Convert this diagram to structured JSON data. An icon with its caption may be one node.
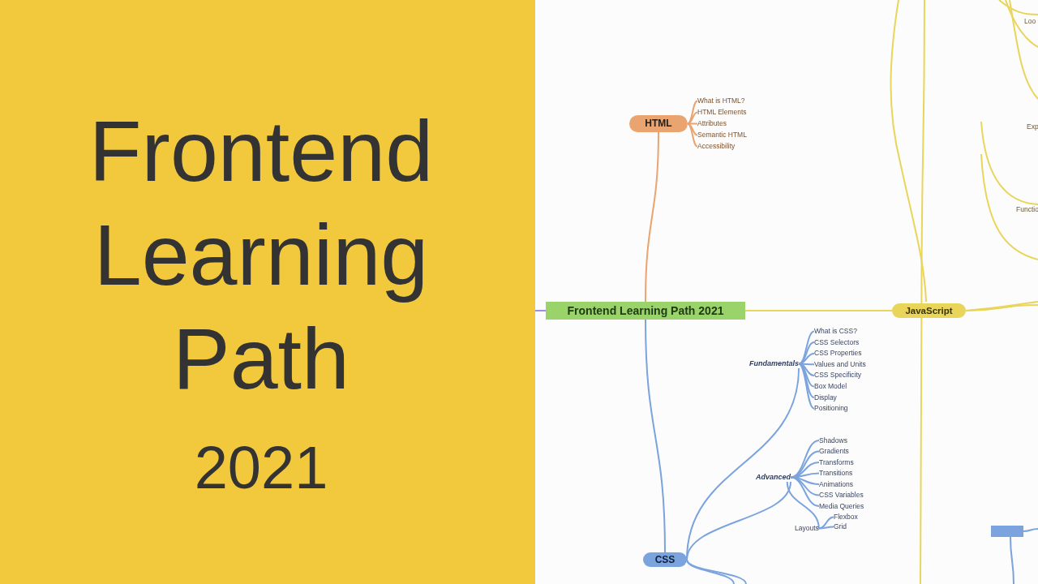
{
  "diagram": {
    "title": "Frontend Learning Path",
    "caption": "2021",
    "nodes": [
      {
        "text": [
          "Frontend Learning Path 2021"
        ]
      },
      {
        "text": [
          "HTML"
        ]
      },
      {
        "text": [
          "What is HTML?"
        ]
      },
      {
        "text": [
          "HTML Elements"
        ]
      },
      {
        "text": [
          "Attributes"
        ]
      },
      {
        "text": [
          "Semantic HTML"
        ]
      },
      {
        "text": [
          "Accessibility"
        ]
      },
      {
        "text": [
          "JavaScript"
        ]
      },
      {
        "text": [
          "CSS"
        ]
      },
      {
        "text": [
          "Fundamentals"
        ]
      },
      {
        "text": [
          "What is CSS?"
        ]
      },
      {
        "text": [
          "CSS Selectors"
        ]
      },
      {
        "text": [
          "CSS Properties"
        ]
      },
      {
        "text": [
          "Values and Units"
        ]
      },
      {
        "text": [
          "CSS Specificity"
        ]
      },
      {
        "text": [
          "Box Model"
        ]
      },
      {
        "text": [
          "Display"
        ]
      },
      {
        "text": [
          "Positioning"
        ]
      },
      {
        "text": [
          "Advanced"
        ]
      },
      {
        "text": [
          "Shadows"
        ]
      },
      {
        "text": [
          "Gradients"
        ]
      },
      {
        "text": [
          "Transforms"
        ]
      },
      {
        "text": [
          "Transitions"
        ]
      },
      {
        "text": [
          "Animations"
        ]
      },
      {
        "text": [
          "CSS Variables"
        ]
      },
      {
        "text": [
          "Media Queries"
        ]
      },
      {
        "text": [
          "Layouts"
        ]
      },
      {
        "text": [
          "Flexbox"
        ]
      },
      {
        "text": [
          "Grid"
        ]
      },
      {
        "text": [],
        "shape": "box"
      }
    ],
    "edges": [
      {
        "from": 0,
        "to": 1,
        "arrow": "none",
        "color": "#e9a46f"
      },
      {
        "from": 0,
        "to": 7,
        "arrow": "none",
        "color": "#e8d55a"
      },
      {
        "from": 0,
        "to": 8,
        "arrow": "none"
      },
      {
        "from": 0,
        "to": null,
        "arrow": "none",
        "color": "#9b8fe0"
      },
      {
        "from": 1,
        "to": 2,
        "arrow": "none",
        "color": "#e9a46f"
      },
      {
        "from": 1,
        "to": 3,
        "arrow": "none",
        "color": "#e9a46f"
      },
      {
        "from": 1,
        "to": 4,
        "arrow": "none",
        "color": "#e9a46f"
      },
      {
        "from": 1,
        "to": 5,
        "arrow": "none",
        "color": "#e9a46f"
      },
      {
        "from": 1,
        "to": 6,
        "arrow": "none",
        "color": "#e9a46f"
      },
      {
        "from": 8,
        "to": 9,
        "arrow": "none"
      },
      {
        "from": 9,
        "to": 10,
        "arrow": "none"
      },
      {
        "from": 9,
        "to": 11,
        "arrow": "none"
      },
      {
        "from": 9,
        "to": 12,
        "arrow": "none"
      },
      {
        "from": 9,
        "to": 13,
        "arrow": "none"
      },
      {
        "from": 9,
        "to": 14,
        "arrow": "none"
      },
      {
        "from": 9,
        "to": 15,
        "arrow": "none"
      },
      {
        "from": 9,
        "to": 16,
        "arrow": "none"
      },
      {
        "from": 9,
        "to": 17,
        "arrow": "none"
      },
      {
        "from": 8,
        "to": 18,
        "arrow": "none"
      },
      {
        "from": 18,
        "to": 19,
        "arrow": "none"
      },
      {
        "from": 18,
        "to": 20,
        "arrow": "none"
      },
      {
        "from": 18,
        "to": 21,
        "arrow": "none"
      },
      {
        "from": 18,
        "to": 22,
        "arrow": "none"
      },
      {
        "from": 18,
        "to": 23,
        "arrow": "none"
      },
      {
        "from": 18,
        "to": 24,
        "arrow": "none"
      },
      {
        "from": 18,
        "to": 25,
        "arrow": "none"
      },
      {
        "from": 18,
        "to": 26,
        "arrow": "none"
      },
      {
        "from": 26,
        "to": 27,
        "arrow": "none"
      },
      {
        "from": 26,
        "to": 28,
        "arrow": "none"
      },
      {
        "from": 8,
        "to": null,
        "arrow": "none"
      },
      {
        "from": 8,
        "to": null,
        "arrow": "none"
      },
      {
        "from": 7,
        "to": null,
        "arrow": "none",
        "color": "#e8d55a"
      },
      {
        "from": 7,
        "to": null,
        "arrow": "none",
        "color": "#e8d55a"
      },
      {
        "from": 7,
        "to": null,
        "arrow": "none",
        "color": "#e8d55a"
      },
      {
        "from": 29,
        "to": null,
        "arrow": "none"
      },
      {
        "from": 29,
        "to": null,
        "arrow": "none"
      }
    ],
    "labels": [
      "Loo",
      "Exp",
      "Functio"
    ]
  }
}
